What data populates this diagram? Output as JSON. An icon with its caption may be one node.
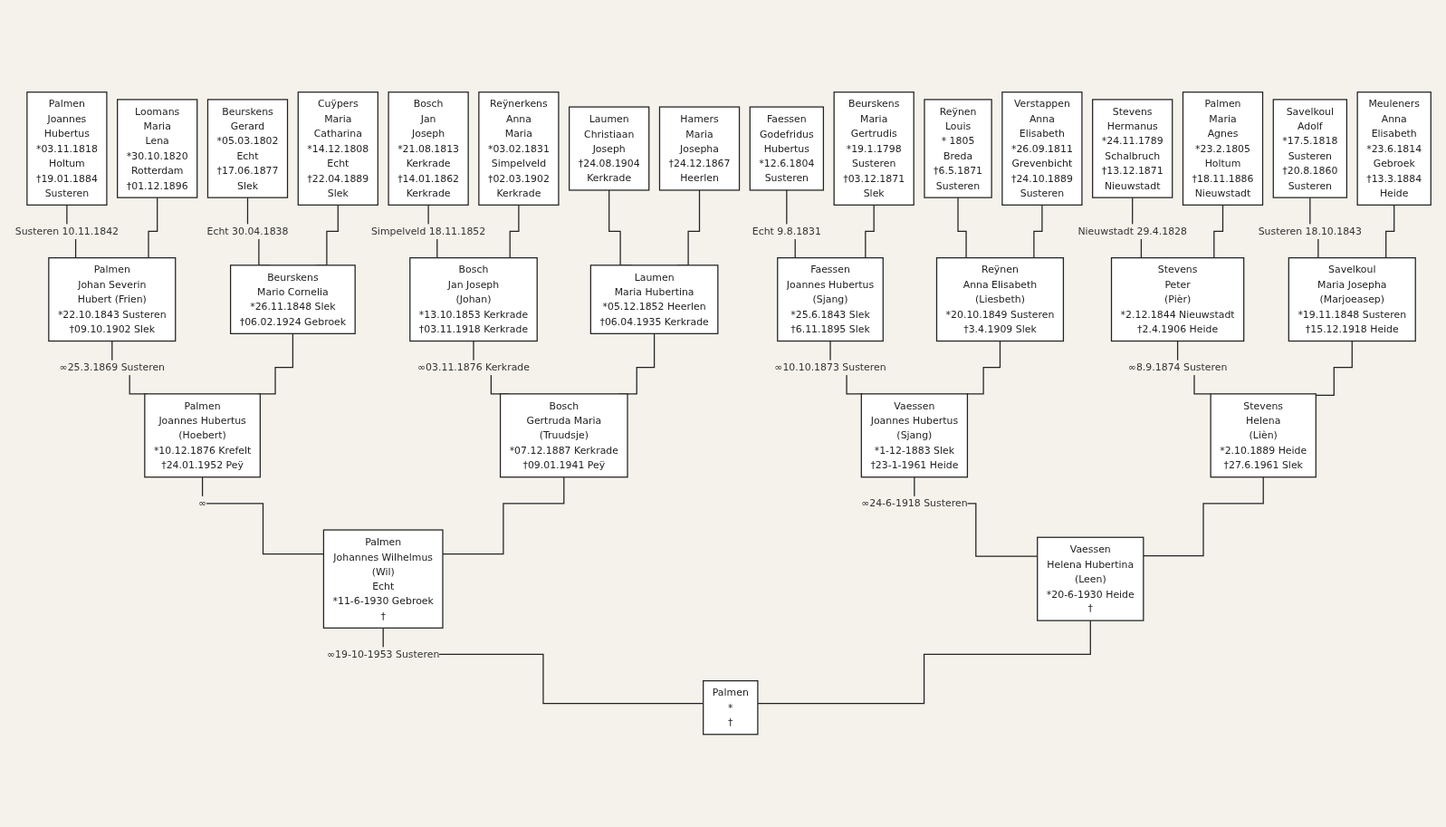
{
  "diagram": {
    "nodes": [
      {
        "text": [
          "Palmen",
          "Joannes",
          "Hubertus",
          "*03.11.1818",
          "Holtum",
          "†19.01.1884",
          "Susteren"
        ]
      },
      {
        "text": [
          "Loomans",
          "Maria",
          "Lena",
          "*30.10.1820",
          "Rotterdam",
          "†01.12.1896"
        ]
      },
      {
        "text": [
          "Beurskens",
          "Gerard",
          "*05.03.1802",
          "Echt",
          "†17.06.1877",
          "Slek"
        ]
      },
      {
        "text": [
          "Cuÿpers",
          "Maria",
          "Catharina",
          "*14.12.1808",
          "Echt",
          "†22.04.1889",
          "Slek"
        ]
      },
      {
        "text": [
          "Bosch",
          "Jan",
          "Joseph",
          "*21.08.1813",
          "Kerkrade",
          "†14.01.1862",
          "Kerkrade"
        ]
      },
      {
        "text": [
          "Reÿnerkens",
          "Anna",
          "Maria",
          "*03.02.1831",
          "Simpelveld",
          "†02.03.1902",
          "Kerkrade"
        ]
      },
      {
        "text": [
          "Laumen",
          "Christiaan",
          "Joseph",
          "†24.08.1904",
          "Kerkrade"
        ]
      },
      {
        "text": [
          "Hamers",
          "Maria",
          "Josepha",
          "†24.12.1867",
          "Heerlen"
        ]
      },
      {
        "text": [
          "Faessen",
          "Godefridus",
          "Hubertus",
          "*12.6.1804",
          "Susteren"
        ]
      },
      {
        "text": [
          "Beurskens",
          "Maria",
          "Gertrudis",
          "*19.1.1798",
          "Susteren",
          "†03.12.1871",
          "Slek"
        ]
      },
      {
        "text": [
          "Reÿnen",
          "Louis",
          "* 1805",
          "Breda",
          "†6.5.1871",
          "Susteren"
        ]
      },
      {
        "text": [
          "Verstappen",
          "Anna",
          "Elisabeth",
          "*26.09.1811",
          "Grevenbicht",
          "†24.10.1889",
          "Susteren"
        ]
      },
      {
        "text": [
          "Stevens",
          "Hermanus",
          "*24.11.1789",
          "Schalbruch",
          "†13.12.1871",
          "Nieuwstadt"
        ]
      },
      {
        "text": [
          "Palmen",
          "Maria",
          "Agnes",
          "*23.2.1805",
          "Holtum",
          "†18.11.1886",
          "Nieuwstadt"
        ]
      },
      {
        "text": [
          "Savelkoul",
          "Adolf",
          "*17.5.1818",
          "Susteren",
          "†20.8.1860",
          "Susteren"
        ]
      },
      {
        "text": [
          "Meuleners",
          "Anna",
          "Elisabeth",
          "*23.6.1814",
          "Gebroek",
          "†13.3.1884",
          "Heide"
        ]
      },
      {
        "text": [
          "Palmen",
          "Johan Severin",
          "Hubert (Frien)",
          "*22.10.1843 Susteren",
          "†09.10.1902 Slek"
        ]
      },
      {
        "text": [
          "Beurskens",
          "Mario Cornelia",
          "*26.11.1848 Slek",
          "†06.02.1924 Gebroek"
        ]
      },
      {
        "text": [
          "Bosch",
          "Jan Joseph",
          "(Johan)",
          "*13.10.1853 Kerkrade",
          "†03.11.1918 Kerkrade"
        ]
      },
      {
        "text": [
          "Laumen",
          "Maria Hubertina",
          "*05.12.1852 Heerlen",
          "†06.04.1935 Kerkrade"
        ]
      },
      {
        "text": [
          "Faessen",
          "Joannes Hubertus",
          "(Sjang)",
          "*25.6.1843 Slek",
          "†6.11.1895 Slek"
        ]
      },
      {
        "text": [
          "Reÿnen",
          "Anna Elisabeth",
          "(Liesbeth)",
          "*20.10.1849 Susteren",
          "†3.4.1909 Slek"
        ]
      },
      {
        "text": [
          "Stevens",
          "Peter",
          "(Pièr)",
          "*2.12.1844 Nieuwstadt",
          "†2.4.1906 Heide"
        ]
      },
      {
        "text": [
          "Savelkoul",
          "Maria Josepha",
          "(Marjoeasep)",
          "*19.11.1848 Susteren",
          "†15.12.1918 Heide"
        ]
      },
      {
        "text": [
          "Palmen",
          "Joannes Hubertus",
          "(Hoebert)",
          "*10.12.1876 Krefelt",
          "†24.01.1952 Peÿ"
        ]
      },
      {
        "text": [
          "Bosch",
          "Gertruda Maria",
          "(Truudsje)",
          "*07.12.1887 Kerkrade",
          "†09.01.1941 Peÿ"
        ]
      },
      {
        "text": [
          "Vaessen",
          "Joannes Hubertus",
          "(Sjang)",
          "*1-12-1883 Slek",
          "†23-1-1961 Heide"
        ]
      },
      {
        "text": [
          "Stevens",
          "Helena",
          "(Lièn)",
          "*2.10.1889 Heide",
          "†27.6.1961 Slek"
        ]
      },
      {
        "text": [
          "Palmen",
          "Johannes Wilhelmus",
          "(Wil)",
          "Echt",
          "*11-6-1930 Gebroek",
          "†"
        ]
      },
      {
        "text": [
          "Vaessen",
          "Helena Hubertina",
          "(Leen)",
          "*20-6-1930 Heide",
          "†"
        ]
      },
      {
        "text": [
          "Palmen",
          "*",
          "†"
        ]
      }
    ],
    "edges": [
      {
        "from": 0,
        "to": 16,
        "arrow": "none",
        "label": "Susteren 10.11.1842"
      },
      {
        "from": 1,
        "to": 16,
        "arrow": "none"
      },
      {
        "from": 2,
        "to": 17,
        "arrow": "none",
        "label": "Echt 30.04.1838"
      },
      {
        "from": 3,
        "to": 17,
        "arrow": "none"
      },
      {
        "from": 4,
        "to": 18,
        "arrow": "none",
        "label": "Simpelveld 18.11.1852"
      },
      {
        "from": 5,
        "to": 18,
        "arrow": "none"
      },
      {
        "from": 6,
        "to": 19,
        "arrow": "none"
      },
      {
        "from": 7,
        "to": 19,
        "arrow": "none"
      },
      {
        "from": 8,
        "to": 20,
        "arrow": "none",
        "label": "Echt 9.8.1831"
      },
      {
        "from": 9,
        "to": 20,
        "arrow": "none"
      },
      {
        "from": 10,
        "to": 21,
        "arrow": "none"
      },
      {
        "from": 11,
        "to": 21,
        "arrow": "none"
      },
      {
        "from": 12,
        "to": 22,
        "arrow": "none",
        "label": "Nieuwstadt 29.4.1828"
      },
      {
        "from": 13,
        "to": 22,
        "arrow": "none"
      },
      {
        "from": 14,
        "to": 23,
        "arrow": "none",
        "label": "Susteren 18.10.1843"
      },
      {
        "from": 15,
        "to": 23,
        "arrow": "none"
      },
      {
        "from": 16,
        "to": 24,
        "arrow": "none",
        "label": "∞25.3.1869 Susteren"
      },
      {
        "from": 17,
        "to": 24,
        "arrow": "none"
      },
      {
        "from": 18,
        "to": 25,
        "arrow": "none",
        "label": "∞03.11.1876 Kerkrade"
      },
      {
        "from": 19,
        "to": 25,
        "arrow": "none"
      },
      {
        "from": 20,
        "to": 26,
        "arrow": "none",
        "label": "∞10.10.1873 Susteren"
      },
      {
        "from": 21,
        "to": 26,
        "arrow": "none"
      },
      {
        "from": 22,
        "to": 27,
        "arrow": "none",
        "label": "∞8.9.1874 Susteren"
      },
      {
        "from": 23,
        "to": 27,
        "arrow": "none"
      },
      {
        "from": 24,
        "to": 28,
        "arrow": "none",
        "label": "∞"
      },
      {
        "from": 25,
        "to": 28,
        "arrow": "none"
      },
      {
        "from": 26,
        "to": 29,
        "arrow": "none",
        "label": "∞24-6-1918 Susteren"
      },
      {
        "from": 27,
        "to": 29,
        "arrow": "none"
      },
      {
        "from": 28,
        "to": 30,
        "arrow": "none",
        "label": "∞19-10-1953 Susteren"
      },
      {
        "from": 29,
        "to": 30,
        "arrow": "none"
      }
    ]
  }
}
